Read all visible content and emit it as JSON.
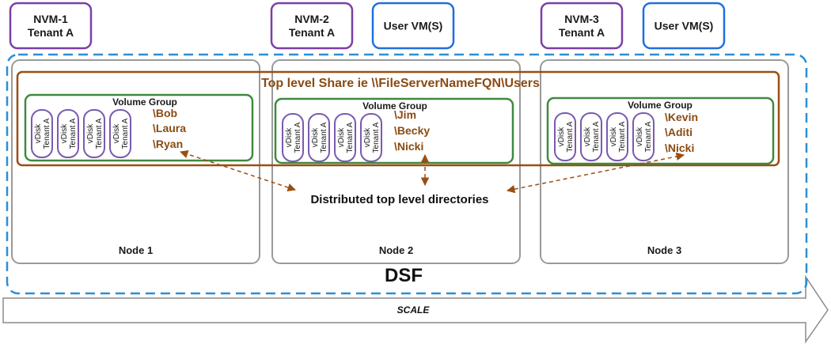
{
  "vms": [
    {
      "name": "nvm-1-box",
      "lines": [
        "NVM-1",
        "Tenant A"
      ],
      "color": "#7a3fa8"
    },
    {
      "name": "nvm-2-box",
      "lines": [
        "NVM-2",
        "Tenant A"
      ],
      "color": "#7a3fa8"
    },
    {
      "name": "user-vm-box-1",
      "lines": [
        "User VM(S)"
      ],
      "color": "#1f6fe0"
    },
    {
      "name": "nvm-3-box",
      "lines": [
        "NVM-3",
        "Tenant A"
      ],
      "color": "#7a3fa8"
    },
    {
      "name": "user-vm-box-2",
      "lines": [
        "User VM(S)"
      ],
      "color": "#1f6fe0"
    }
  ],
  "share_label": "Top level Share ie \\\\FileServerNameFQN\\Users",
  "volume_group_label": "Volume Group",
  "vdisk_label": "vDisk",
  "vdisk_tenant": "Tenant A",
  "nodes": [
    {
      "label": "Node 1",
      "users": [
        "\\Bob",
        "\\Laura",
        "\\Ryan"
      ]
    },
    {
      "label": "Node 2",
      "users": [
        "\\Jim",
        "\\Becky",
        "\\Nicki"
      ]
    },
    {
      "label": "Node 3",
      "users": [
        "\\Kevin",
        "\\Aditi",
        "\\Nicki"
      ]
    }
  ],
  "distributed_label": "Distributed top level directories",
  "dsf_label": "DSF",
  "scale_label": "SCALE",
  "colors": {
    "nvm_border": "#7a3fa8",
    "user_vm_border": "#1f6fe0",
    "dsf_dash": "#2a8fd6",
    "share_border": "#9a4f12",
    "volume_group_border": "#3f8a3f",
    "node_border": "#9a9a9a",
    "arrow": "#9a4f12"
  }
}
